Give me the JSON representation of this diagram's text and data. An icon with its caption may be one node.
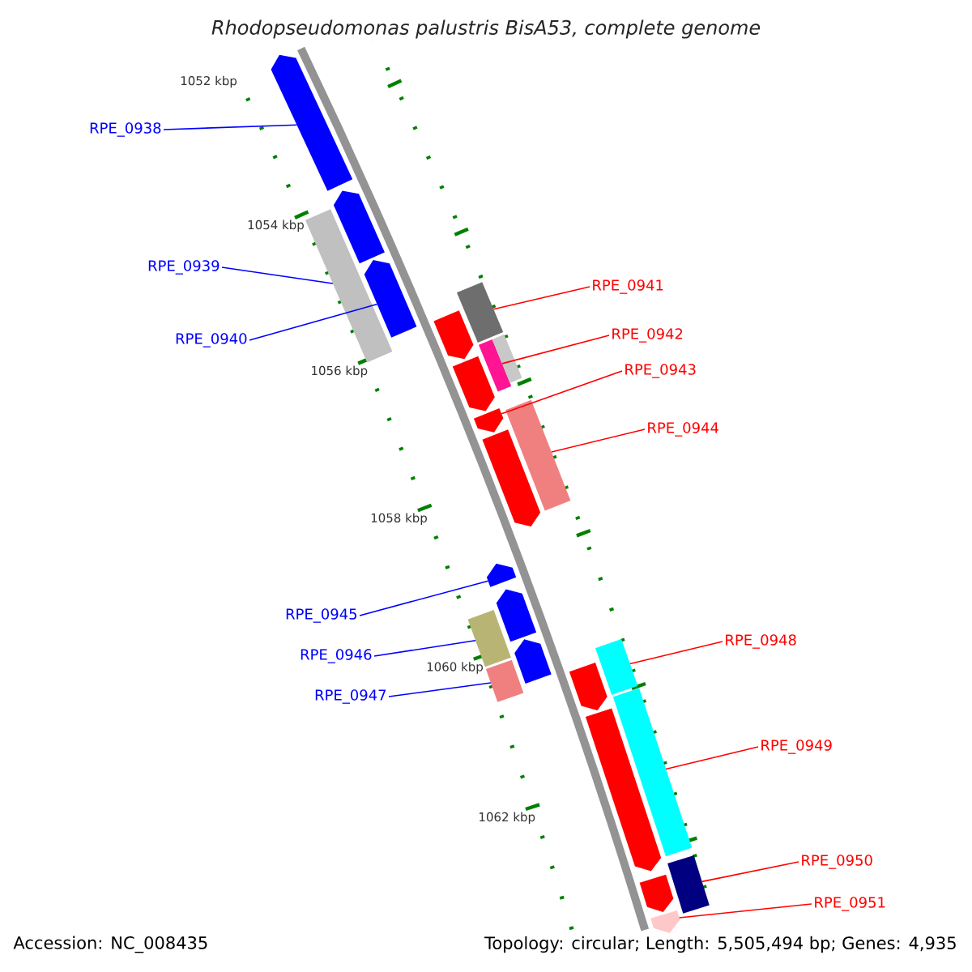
{
  "diagram": {
    "title": "Rhodopseudomonas palustris BisA53, complete genome",
    "nodes": [
      {
        "text": [
          "RPE_0938"
        ]
      },
      {
        "text": [
          "RPE_0939"
        ]
      },
      {
        "text": [
          "RPE_0940"
        ]
      },
      {
        "text": [
          "RPE_0941"
        ]
      },
      {
        "text": [
          "RPE_0942"
        ]
      },
      {
        "text": [
          "RPE_0943"
        ]
      },
      {
        "text": [
          "RPE_0944"
        ]
      },
      {
        "text": [
          "RPE_0945"
        ]
      },
      {
        "text": [
          "RPE_0946"
        ]
      },
      {
        "text": [
          "RPE_0947"
        ]
      },
      {
        "text": [
          "RPE_0948"
        ]
      },
      {
        "text": [
          "RPE_0949"
        ]
      },
      {
        "text": [
          "RPE_0950"
        ]
      },
      {
        "text": [
          "RPE_0951"
        ]
      },
      {
        "text": [],
        "shape": "arrow"
      },
      {
        "text": [],
        "shape": "arrow"
      },
      {
        "text": [],
        "shape": "arrow"
      },
      {
        "text": [],
        "shape": "box"
      },
      {
        "text": [],
        "shape": "arrow"
      },
      {
        "text": [],
        "shape": "arrow"
      },
      {
        "text": [],
        "shape": "arrow"
      },
      {
        "text": [],
        "shape": "box"
      },
      {
        "text": [],
        "shape": "box"
      },
      {
        "text": [],
        "shape": "arrow"
      },
      {
        "text": [],
        "shape": "arrow"
      },
      {
        "text": [],
        "shape": "arrow"
      },
      {
        "text": [],
        "shape": "arrow"
      },
      {
        "text": [],
        "shape": "box"
      },
      {
        "text": [],
        "shape": "box"
      },
      {
        "text": [],
        "shape": "box"
      },
      {
        "text": [],
        "shape": "box"
      },
      {
        "text": [],
        "shape": "arrow"
      },
      {
        "text": [],
        "shape": "arrow"
      },
      {
        "text": [],
        "shape": "box"
      },
      {
        "text": [],
        "shape": "box"
      },
      {
        "text": [],
        "shape": "arrow"
      },
      {
        "text": [],
        "shape": "box"
      },
      {
        "text": [],
        "shape": "arrow"
      }
    ],
    "edges": [
      {
        "from": 0,
        "to": 14,
        "arrow": "none",
        "color": "#0000ff"
      },
      {
        "from": 1,
        "to": 17,
        "arrow": "none",
        "color": "#0000ff"
      },
      {
        "from": 2,
        "to": 16,
        "arrow": "none",
        "color": "#0000ff"
      },
      {
        "from": 3,
        "to": 27,
        "arrow": "none"
      },
      {
        "from": 4,
        "to": 28,
        "arrow": "none"
      },
      {
        "from": 5,
        "to": 25,
        "arrow": "none"
      },
      {
        "from": 6,
        "to": 30,
        "arrow": "none"
      },
      {
        "from": 7,
        "to": 18,
        "arrow": "none",
        "color": "#0000ff"
      },
      {
        "from": 8,
        "to": 21,
        "arrow": "none",
        "color": "#0000ff"
      },
      {
        "from": 9,
        "to": 22,
        "arrow": "none",
        "color": "#0000ff"
      },
      {
        "from": 10,
        "to": 33,
        "arrow": "none"
      },
      {
        "from": 11,
        "to": 34,
        "arrow": "none"
      },
      {
        "from": 12,
        "to": 36,
        "arrow": "none"
      },
      {
        "from": 13,
        "to": 37,
        "arrow": "none"
      }
    ],
    "labels": [
      "1052 kbp",
      "1054 kbp",
      "1056 kbp",
      "1058 kbp",
      "1060 kbp",
      "1062 kbp",
      "Accession: NC_008435",
      "Topology: circular; Length: 5,505,494 bp; Genes: 4,935"
    ]
  }
}
